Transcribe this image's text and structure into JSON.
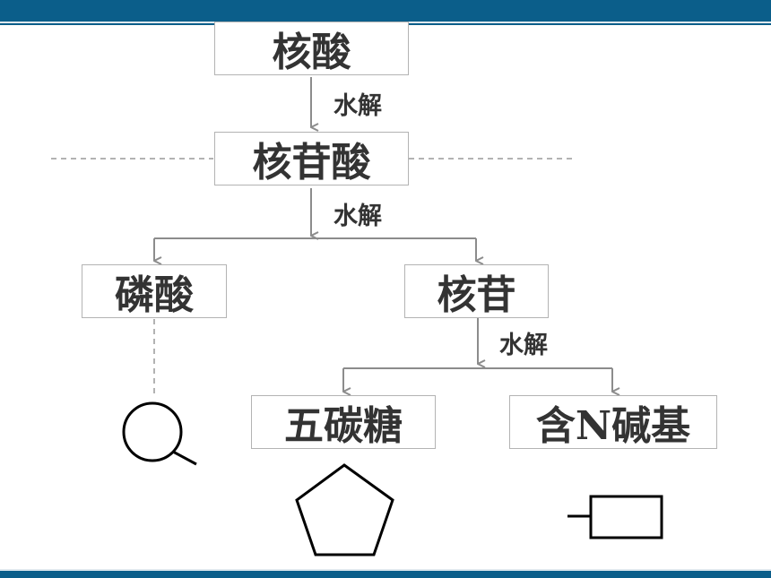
{
  "nodes": {
    "nucleic_acid": "核酸",
    "nucleotide": "核苷酸",
    "phosphate": "磷酸",
    "nucleoside": "核苷",
    "pentose": "五碳糖",
    "base": "含N碱基"
  },
  "edges": {
    "hydrolysis_1": "水解",
    "hydrolysis_2": "水解",
    "hydrolysis_3": "水解"
  },
  "symbols": {
    "phosphate_symbol": "circle-with-tail",
    "pentose_symbol": "pentagon",
    "base_symbol": "rectangle-with-stub"
  },
  "colors": {
    "header_bar": "#0b5e8a",
    "arrow": "#8c8c8c",
    "text": "#333333"
  }
}
